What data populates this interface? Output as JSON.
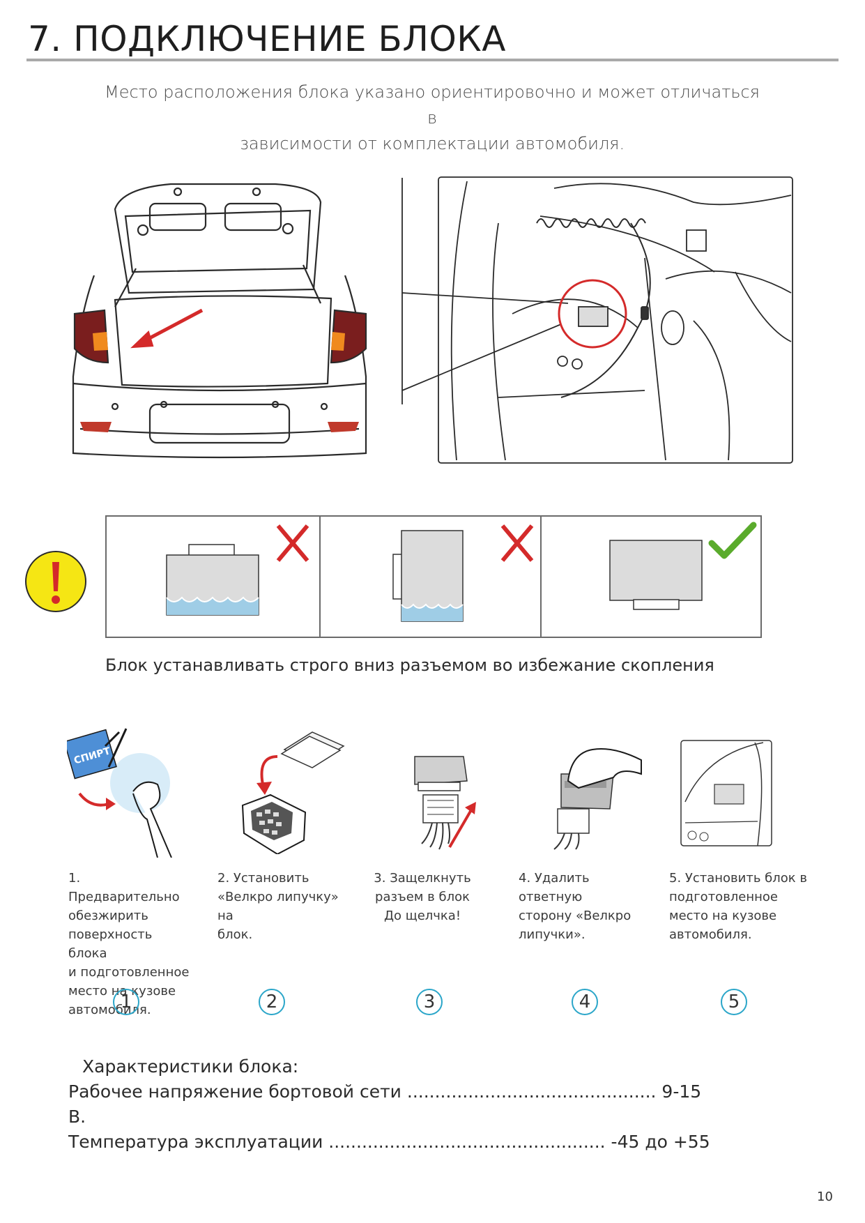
{
  "header": {
    "title": "7. ПОДКЛЮЧЕНИЕ БЛОКА",
    "intro_line1": "Место расположения блока указано ориентировочно и может отличаться в",
    "intro_line2": "зависимости от комплектации автомобиля."
  },
  "orientation": {
    "warning_icon": "exclamation-icon",
    "options": [
      {
        "status": "wrong",
        "icon": "cross-icon"
      },
      {
        "status": "wrong",
        "icon": "cross-icon"
      },
      {
        "status": "correct",
        "icon": "check-icon"
      }
    ],
    "caption": "Блок устанавливать строго вниз разъемом во избежание скопления"
  },
  "steps": {
    "bottle_label": "СПИРТ",
    "items": [
      {
        "number": "1",
        "lines": [
          "1. Предварительно",
          "обезжирить",
          "поверхность блока",
          "и подготовленное",
          "место на кузове",
          "автомобиля."
        ]
      },
      {
        "number": "2",
        "lines": [
          "2. Установить",
          "«Велкро липучку» на",
          "блок."
        ]
      },
      {
        "number": "3",
        "lines": [
          "3. Защелкнуть",
          "разъем в блок",
          "До щелчка!"
        ]
      },
      {
        "number": "4",
        "lines": [
          "4. Удалить ответную",
          "сторону «Велкро",
          "липучки»."
        ]
      },
      {
        "number": "5",
        "lines": [
          "5. Установить блок в",
          "подготовленное",
          "место на кузове",
          "автомобиля."
        ]
      }
    ]
  },
  "specs": {
    "heading": "Характеристики блока:",
    "voltage_line": "Рабочее напряжение бортовой сети ............................................. 9-15",
    "voltage_unit": "В.",
    "temp_line": "Температура эксплуатации .................................................. -45 до +55"
  },
  "page_number": "10",
  "colors": {
    "accent_red": "#d42a2a",
    "accent_green": "#5aab2c",
    "step_circle": "#2ba6c9",
    "warning_yellow": "#f5e614",
    "water_blue": "#9fcde6"
  }
}
